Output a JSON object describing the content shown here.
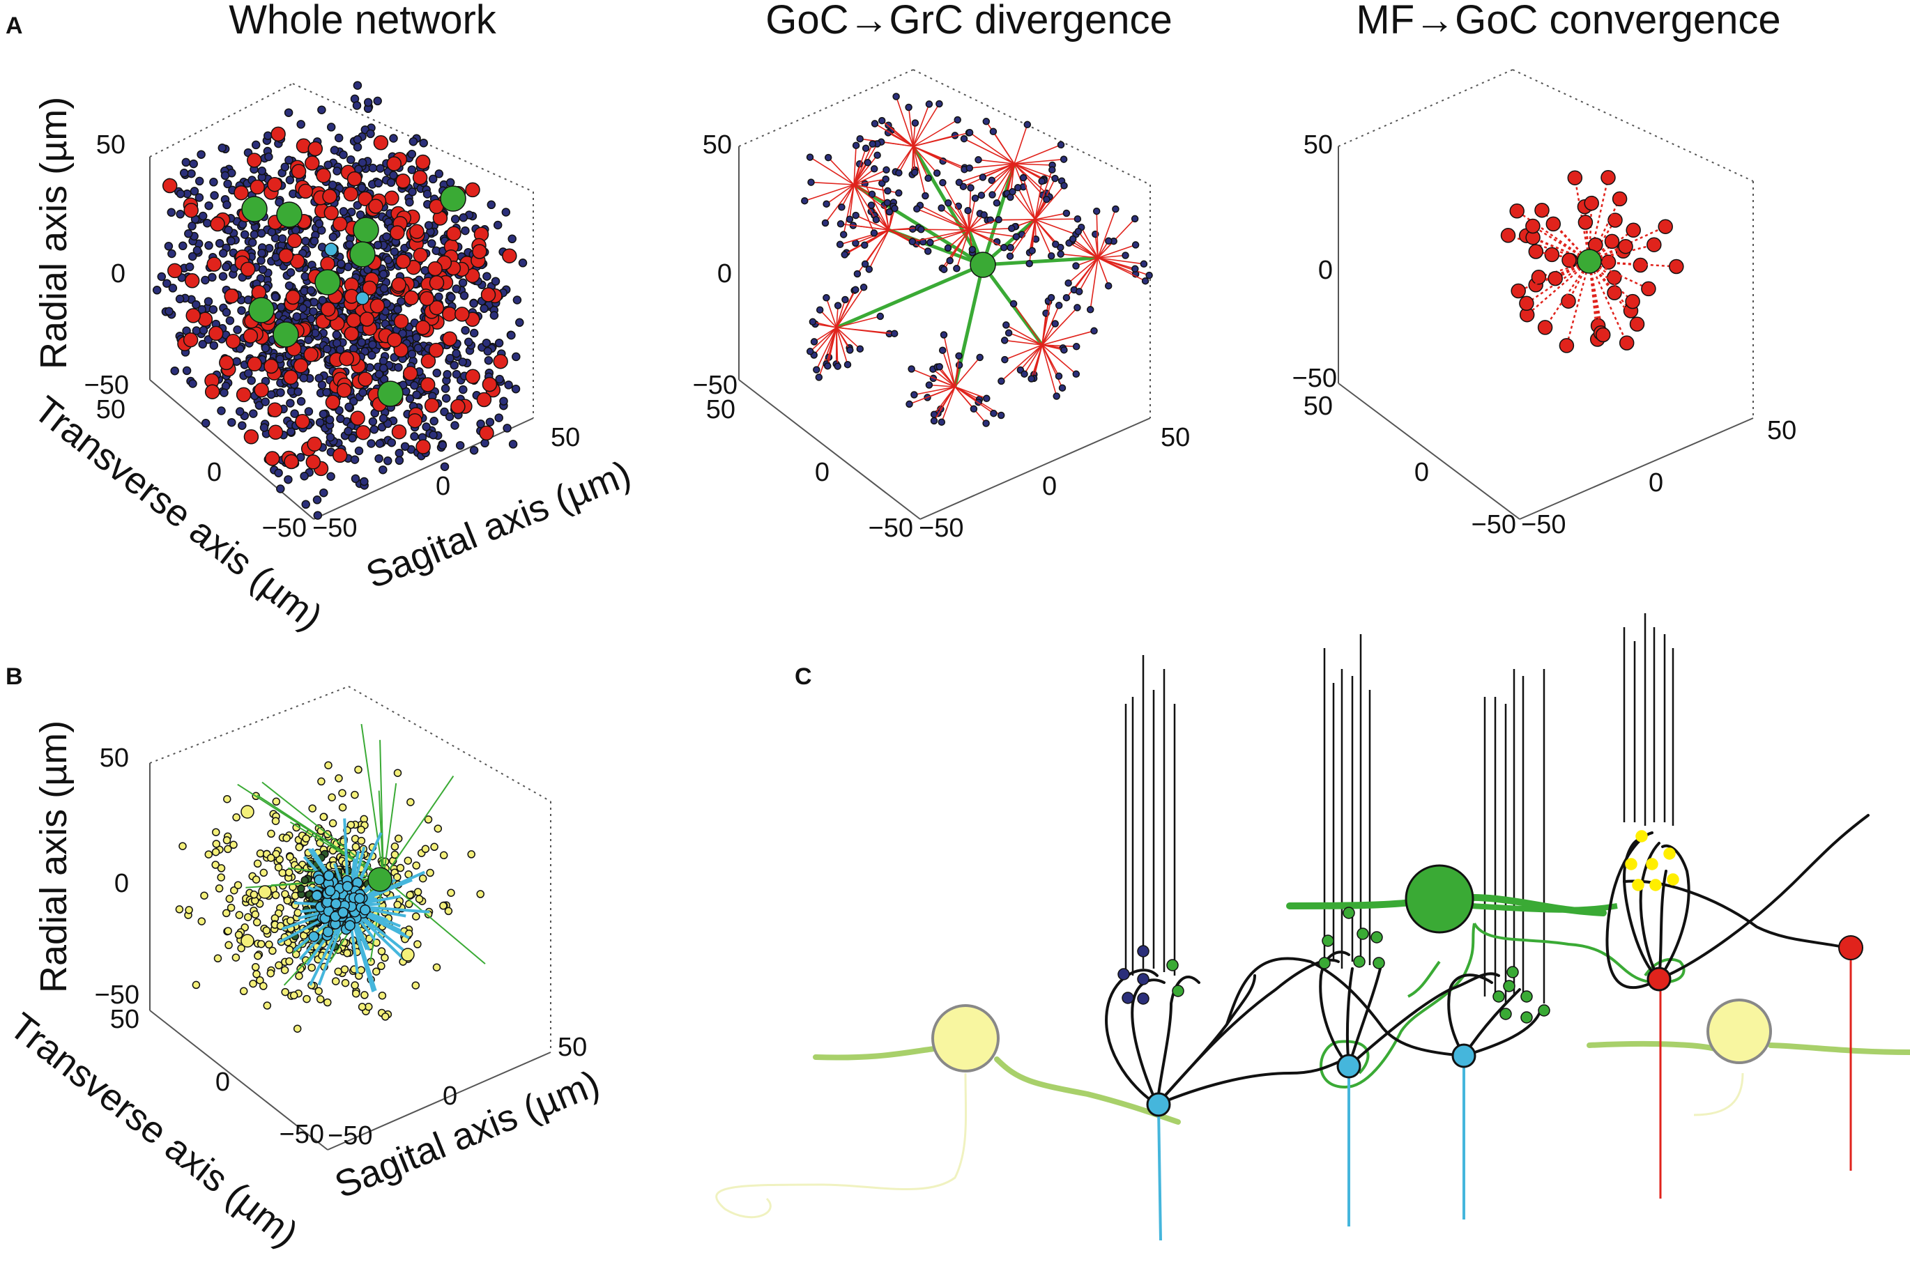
{
  "panels": {
    "A": {
      "letter": "A",
      "plots": [
        {
          "title": "Whole network",
          "radial_label": "Radial axis (µm)",
          "transverse_label": "Transverse axis (µm)",
          "sagittal_label": "Sagital axis (µm)",
          "radial_ticks": [
            "50",
            "0",
            "−50"
          ],
          "transverse_ticks": [
            "50",
            "0",
            "−50"
          ],
          "sagittal_ticks": [
            "−50",
            "0",
            "50"
          ]
        },
        {
          "title": "GoC→GrC divergence",
          "radial_ticks": [
            "50",
            "0",
            "−50"
          ],
          "transverse_ticks": [
            "50",
            "0",
            "−50"
          ],
          "sagittal_ticks": [
            "−50",
            "0",
            "50"
          ]
        },
        {
          "title": "MF→GoC convergence",
          "radial_ticks": [
            "50",
            "0",
            "−50"
          ],
          "transverse_ticks": [
            "50",
            "0",
            "−50"
          ],
          "sagittal_ticks": [
            "−50",
            "0",
            "50"
          ]
        }
      ]
    },
    "B": {
      "letter": "B",
      "radial_label": "Radial axis (µm)",
      "transverse_label": "Transverse axis (µm)",
      "sagittal_label": "Sagital axis (µm)",
      "radial_ticks": [
        "50",
        "0",
        "−50"
      ],
      "transverse_ticks": [
        "50",
        "0",
        "−50"
      ],
      "sagittal_ticks": [
        "−50",
        "0",
        "50"
      ]
    },
    "C": {
      "letter": "C"
    }
  },
  "colors": {
    "grc": "#2b2f7a",
    "mf": "#e0231c",
    "goc": "#3aaa35",
    "glom": "#45b6dc",
    "ubc": "#f4f07a",
    "fiber": "#a8d06a",
    "axon_green": "#3aaa35"
  }
}
